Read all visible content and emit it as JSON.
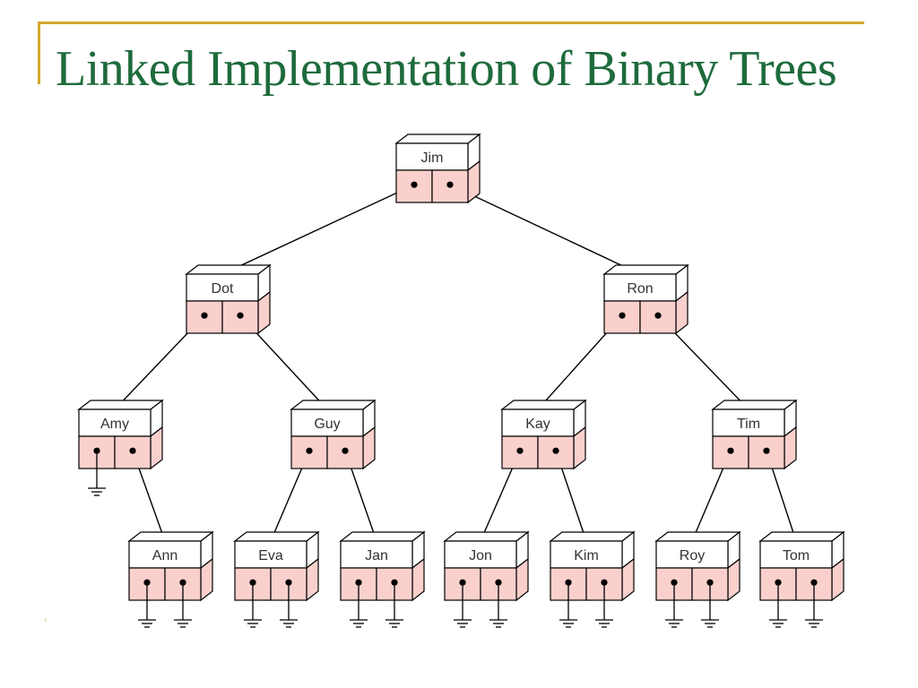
{
  "slide": {
    "title": "Linked Implementation of Binary Trees",
    "accent_color": "#d4a82c",
    "title_color": "#1e6b3c"
  },
  "diagram": {
    "type": "binary-tree-linked-nodes",
    "node_fill_pointer": "#f9d0cc",
    "node_fill_data": "#ffffff",
    "null_pointer_symbol": "ground-icon",
    "nodes": [
      {
        "id": "jim",
        "label": "Jim",
        "left": "dot",
        "right": "ron"
      },
      {
        "id": "dot",
        "label": "Dot",
        "left": "amy",
        "right": "guy"
      },
      {
        "id": "ron",
        "label": "Ron",
        "left": "kay",
        "right": "tim"
      },
      {
        "id": "amy",
        "label": "Amy",
        "left": null,
        "right": "ann"
      },
      {
        "id": "guy",
        "label": "Guy",
        "left": "eva",
        "right": "jan"
      },
      {
        "id": "kay",
        "label": "Kay",
        "left": "jon",
        "right": "kim"
      },
      {
        "id": "tim",
        "label": "Tim",
        "left": "roy",
        "right": "tom"
      },
      {
        "id": "ann",
        "label": "Ann",
        "left": null,
        "right": null
      },
      {
        "id": "eva",
        "label": "Eva",
        "left": null,
        "right": null
      },
      {
        "id": "jan",
        "label": "Jan",
        "left": null,
        "right": null
      },
      {
        "id": "jon",
        "label": "Jon",
        "left": null,
        "right": null
      },
      {
        "id": "kim",
        "label": "Kim",
        "left": null,
        "right": null
      },
      {
        "id": "roy",
        "label": "Roy",
        "left": null,
        "right": null
      },
      {
        "id": "tom",
        "label": "Tom",
        "left": null,
        "right": null
      }
    ]
  }
}
